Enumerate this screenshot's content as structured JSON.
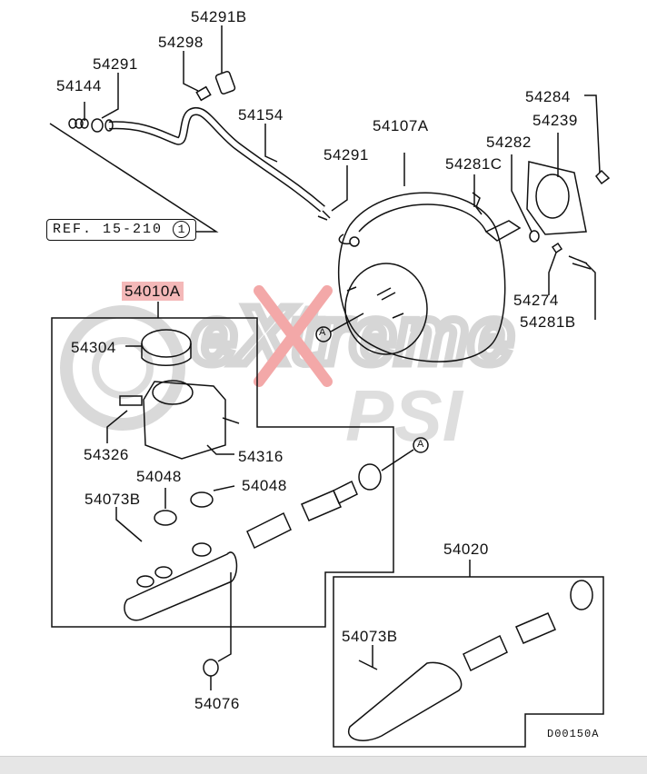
{
  "diagram": {
    "title_part": "54010A",
    "reference": {
      "text": "REF. 15-210",
      "circle": "1"
    },
    "drawing_code": "D00150A",
    "watermark": {
      "line1": "eXtreme",
      "line2": "PSI"
    },
    "callout_marker": "A",
    "labels": {
      "p54291B": "54291B",
      "p54298": "54298",
      "p54291_top": "54291",
      "p54144": "54144",
      "p54154": "54154",
      "p54107A": "54107A",
      "p54291_mid": "54291",
      "p54284": "54284",
      "p54239": "54239",
      "p54282": "54282",
      "p54281C": "54281C",
      "p54274": "54274",
      "p54281B": "54281B",
      "p54010A": "54010A",
      "p54304": "54304",
      "p54326": "54326",
      "p54316": "54316",
      "p54048_a": "54048",
      "p54048_b": "54048",
      "p54073B_a": "54073B",
      "p54076": "54076",
      "p54020": "54020",
      "p54073B_b": "54073B"
    },
    "highlight_color": "#f4b8b8"
  }
}
